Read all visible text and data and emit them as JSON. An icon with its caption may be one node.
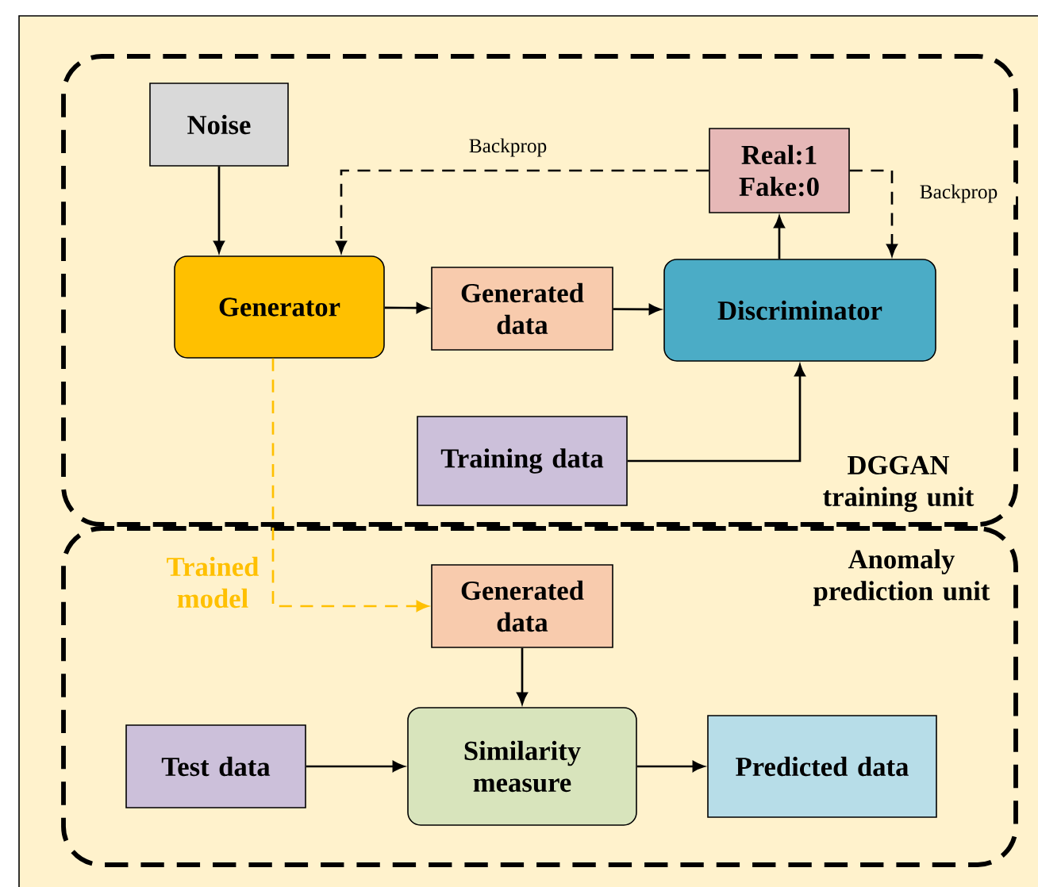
{
  "diagram": {
    "nodes": [
      {
        "text": [
          "DGGAN training unit"
        ]
      },
      {
        "text": [
          "Noise"
        ],
        "in": 0
      },
      {
        "text": [
          "Generator"
        ],
        "in": 0
      },
      {
        "text": [
          "Generated data"
        ],
        "in": 0
      },
      {
        "text": [
          "Discriminator"
        ],
        "in": 0
      },
      {
        "text": [
          "Real:1 Fake:0"
        ],
        "in": 0
      },
      {
        "text": [
          "Training data"
        ],
        "in": 0
      },
      {
        "text": [
          "Anomaly prediction unit"
        ]
      },
      {
        "text": [
          "Generated data"
        ],
        "in": 7
      },
      {
        "text": [
          "Test data"
        ],
        "in": 7
      },
      {
        "text": [
          "Similarity measure"
        ],
        "in": 7
      },
      {
        "text": [
          "Predicted data"
        ],
        "in": 7
      }
    ],
    "edges": [
      {
        "from": 1,
        "to": 2,
        "arrow": "to"
      },
      {
        "from": 2,
        "to": 3,
        "arrow": "to"
      },
      {
        "from": 3,
        "to": 4,
        "arrow": "to"
      },
      {
        "from": 4,
        "to": 5,
        "arrow": "to"
      },
      {
        "from": 6,
        "to": 4,
        "arrow": "to"
      },
      {
        "from": 5,
        "to": 2,
        "arrow": "to",
        "label": "Backprop",
        "style": "dashed"
      },
      {
        "from": 5,
        "to": 4,
        "arrow": "to",
        "label": "Backprop",
        "style": "dashed"
      },
      {
        "from": 2,
        "to": 8,
        "arrow": "to",
        "label": "Trained model",
        "style": "dashed",
        "color": "#ffc000"
      },
      {
        "from": 8,
        "to": 10,
        "arrow": "to"
      },
      {
        "from": 9,
        "to": 10,
        "arrow": "to"
      },
      {
        "from": 10,
        "to": 11,
        "arrow": "to"
      }
    ]
  }
}
